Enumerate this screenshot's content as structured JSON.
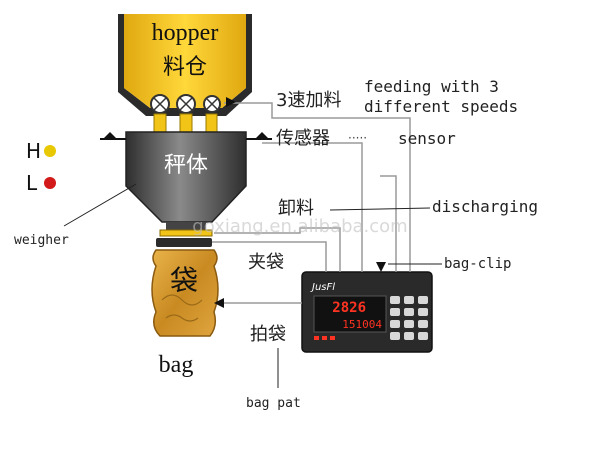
{
  "hopper": {
    "label_en": "hopper",
    "label_cn": "料仓"
  },
  "weigh_body": {
    "label_cn": "秤体"
  },
  "bag_glyph": "袋",
  "bag_label": "bag",
  "level_indicators": [
    {
      "letter": "H",
      "color": "#e8c800"
    },
    {
      "letter": "L",
      "color": "#d21a1a"
    }
  ],
  "callouts": {
    "feeding_cn": "3速加料",
    "feeding_en_line1": "feeding with 3",
    "feeding_en_line2": "different speeds",
    "sensor_cn": "传感器",
    "sensor_dots": "·····",
    "sensor_en": "sensor",
    "discharge_cn": "卸料",
    "discharge_en": "discharging",
    "clip_cn": "夹袋",
    "clip_en": "bag-clip",
    "pat_cn": "拍袋",
    "pat_en": "bag pat",
    "weigher_en": "weigher"
  },
  "controller": {
    "brand": "JusFl",
    "display_top": "2826",
    "display_bottom": "151004"
  },
  "watermark": "goxiang.en.alibaba.com",
  "colors": {
    "hopper": "#f2c418",
    "body": "#5a5a5a",
    "bag": "#d89b2c",
    "display": "#ff3322"
  }
}
